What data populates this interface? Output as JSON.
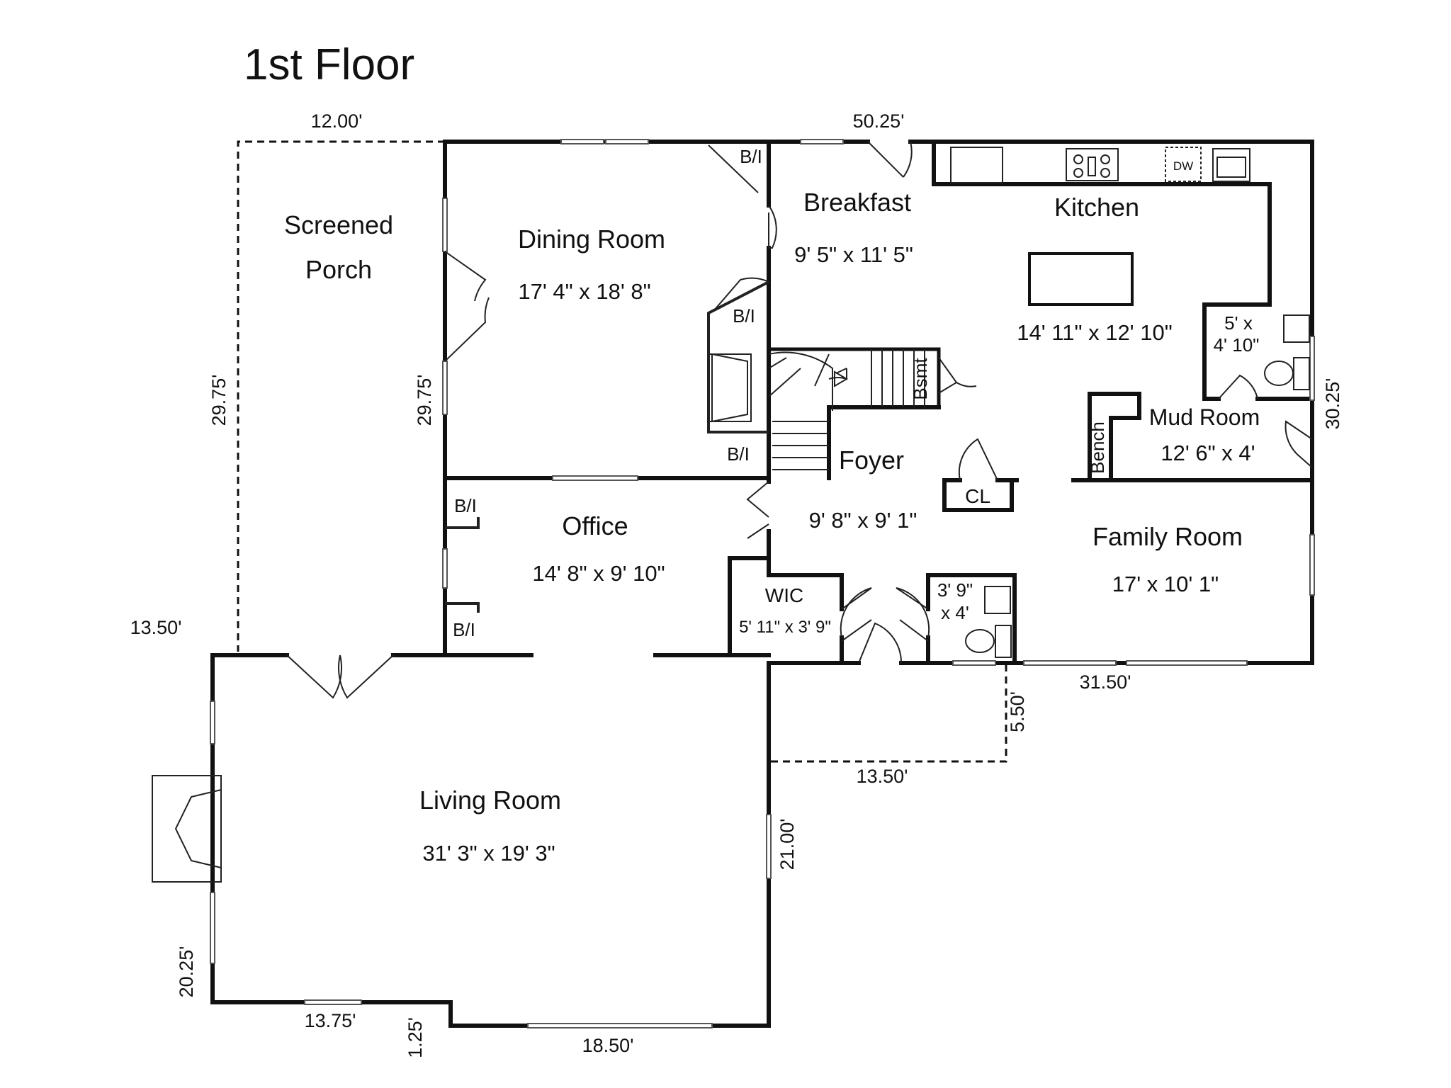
{
  "title": "1st Floor",
  "rooms": {
    "screened_porch": {
      "line1": "Screened",
      "line2": "Porch"
    },
    "dining": {
      "name": "Dining Room",
      "dims": "17' 4\" x 18' 8\""
    },
    "breakfast": {
      "name": "Breakfast",
      "dims": "9' 5\" x 11' 5\""
    },
    "kitchen": {
      "name": "Kitchen",
      "dims": "14' 11\" x 12' 10\""
    },
    "bath_upper": {
      "line1": "5' x",
      "line2": "4' 10\""
    },
    "mud": {
      "name": "Mud Room",
      "dims": "12' 6\" x 4'"
    },
    "foyer": {
      "name": "Foyer",
      "dims": "9' 8\" x 9' 1\""
    },
    "office": {
      "name": "Office",
      "dims": "14' 8\" x 9' 10\""
    },
    "family": {
      "name": "Family Room",
      "dims": "17' x 10' 1\""
    },
    "wic": {
      "name": "WIC",
      "dims": "5' 11\" x 3' 9\""
    },
    "bath_lower": {
      "line1": "3' 9\"",
      "line2": "x 4'"
    },
    "living": {
      "name": "Living Room",
      "dims": "31' 3\" x 19' 3\""
    }
  },
  "labels": {
    "bi": "B/I",
    "bsmt": "Bsmt",
    "bench": "Bench",
    "cl": "CL",
    "dw": "DW"
  },
  "measurements": {
    "porch_top": "12.00'",
    "house_top": "50.25'",
    "porch_left": "29.75'",
    "dining_left": "29.75'",
    "right_side": "30.25'",
    "living_top_left": "13.50'",
    "family_bottom": "31.50'",
    "step_vertical": "5.50'",
    "step_bottom": "13.50'",
    "living_right": "21.00'",
    "living_left": "20.25'",
    "living_bottom_left": "13.75'",
    "living_jog": "1.25'",
    "living_bottom_right": "18.50'"
  }
}
